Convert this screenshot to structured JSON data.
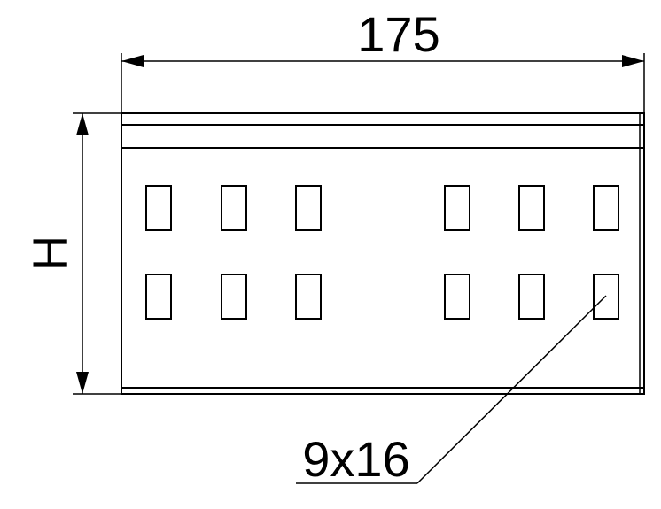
{
  "dimensions": {
    "width_label": "175",
    "height_label": "H",
    "slot_label": "9x16"
  },
  "slots": {
    "rows": 2,
    "groups": 2,
    "per_group": 3
  },
  "colors": {
    "line": "#000000",
    "background": "#ffffff"
  }
}
